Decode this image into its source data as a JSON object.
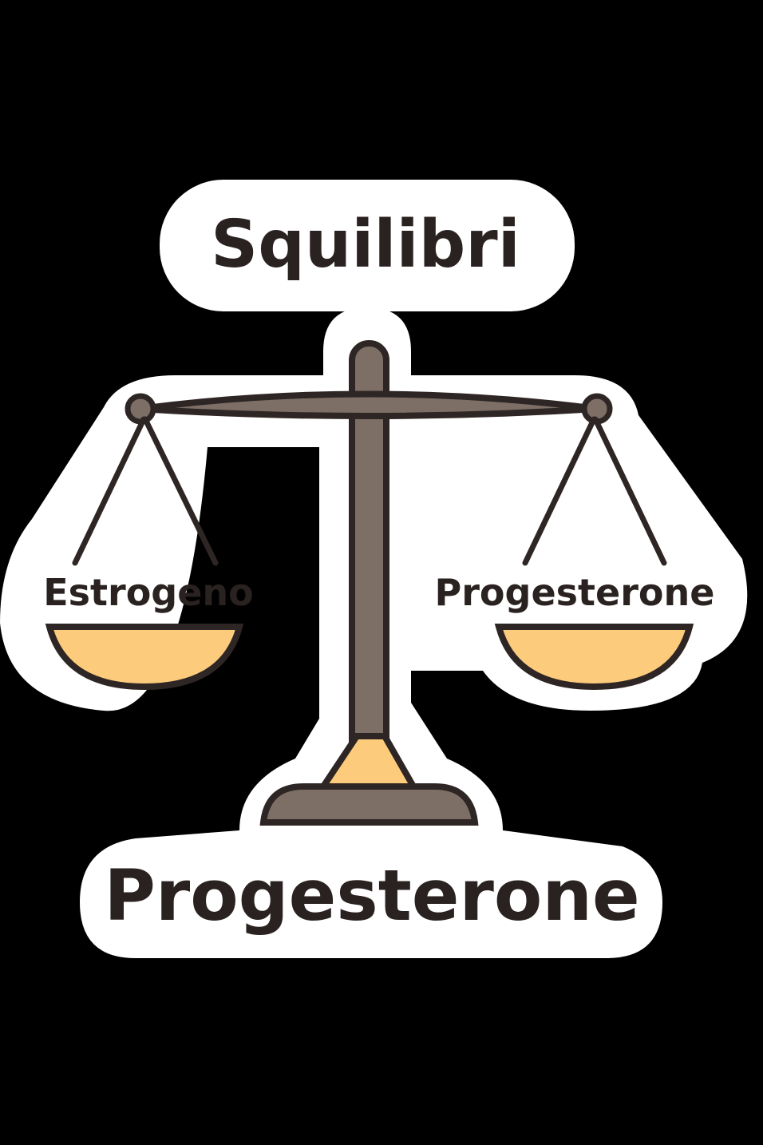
{
  "title": "Squilibri",
  "left_pan_label": "Estrogeno",
  "right_pan_label": "Progesterone",
  "bottom_label": "Progesterone",
  "colors": {
    "background": "#000000",
    "sticker_border": "#ffffff",
    "outline": "#2e2624",
    "metal": "#7d6f66",
    "pan_fill": "#fccb7c"
  }
}
